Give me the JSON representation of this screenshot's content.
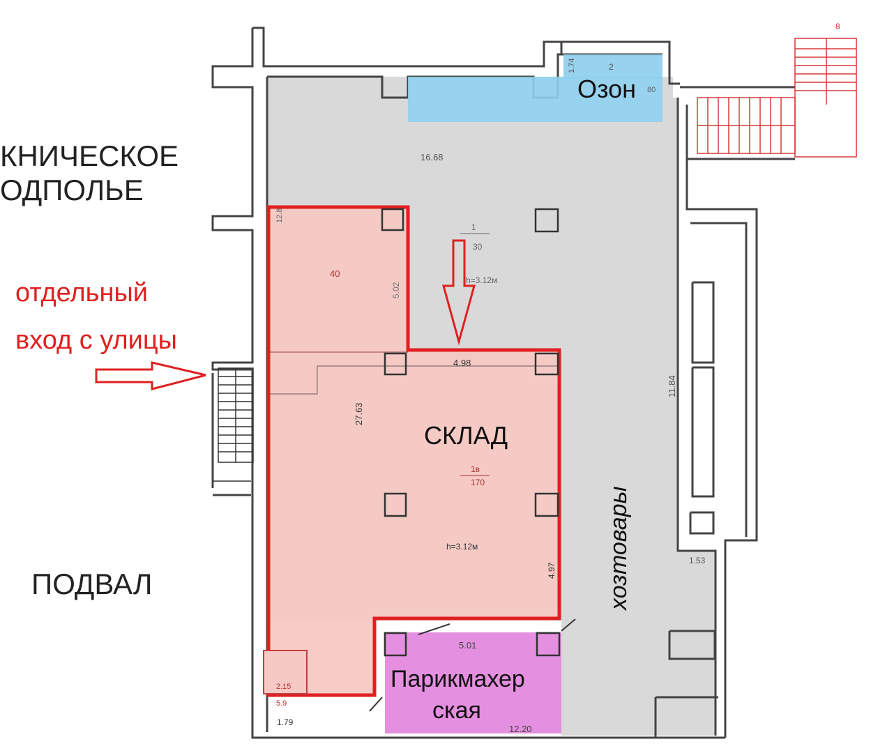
{
  "colors": {
    "red": "#e02020",
    "grey_floor": "#d9d9d9",
    "pink_sklad": "#f7c9c4",
    "ozon_blue": "#8fd0f0",
    "salon_pink": "#e58fe0",
    "wall": "#444444",
    "stair_red": "#d83838"
  },
  "labels": {
    "tech_underfloor_1": "КНИЧЕСКОЕ",
    "tech_underfloor_2": "ОДПОЛЬЕ",
    "entrance_1": "отдельный",
    "entrance_2": "вход с улицы",
    "basement": "ПОДВАЛ",
    "ozon": "Озон",
    "sklad": "СКЛАД",
    "hoz": "хозтовары",
    "salon_1": "Парикмахер",
    "salon_2": "ская"
  },
  "dimensions": {
    "d1668": "16.68",
    "d40": "40",
    "d502": "5.02",
    "d1": "1",
    "d30": "30",
    "h312_top": "h=3.12м",
    "d498": "4.98",
    "d2763": "27.63",
    "d1b": "1в",
    "d170": "170",
    "h312": "h=3.12м",
    "d497": "4.97",
    "d1184": "11.84",
    "d153": "1.53",
    "d501": "5.01",
    "d1220": "12.20",
    "d179": "1.79",
    "d174": "1.74",
    "d2": "2",
    "d128": "12.8",
    "d215": "2.15",
    "d59": "5.9",
    "d8": "8",
    "d80": "80"
  }
}
